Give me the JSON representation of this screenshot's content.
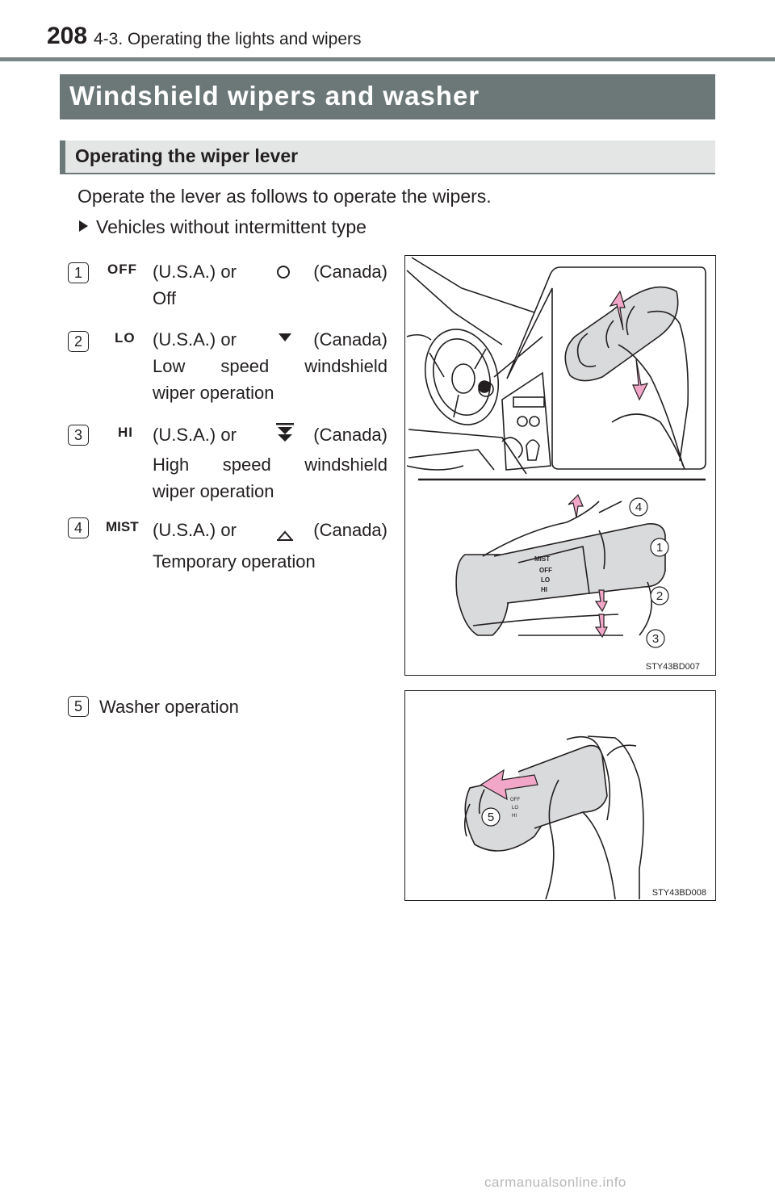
{
  "header": {
    "page_number": "208",
    "section": "4-3. Operating the lights and wipers"
  },
  "title": "Windshield wipers and washer",
  "subtitle": "Operating the wiper lever",
  "intro": "Operate the lever as follows to operate the wipers.",
  "vehicle_type": "Vehicles without intermittent type",
  "items": [
    {
      "num": "1",
      "label": "OFF",
      "usa": "(U.S.A.) or",
      "canada": "(Canada)",
      "desc": [
        "Off"
      ]
    },
    {
      "num": "2",
      "label": "LO",
      "usa": "(U.S.A.) or",
      "canada": "(Canada)",
      "desc": [
        "Low speed windshield",
        "wiper operation"
      ]
    },
    {
      "num": "3",
      "label": "HI",
      "usa": "(U.S.A.) or",
      "canada": "(Canada)",
      "desc": [
        "High speed windshield",
        "wiper operation"
      ]
    },
    {
      "num": "4",
      "label": "MIST",
      "usa": "(U.S.A.) or",
      "canada": "(Canada)",
      "desc": [
        "Temporary operation"
      ]
    },
    {
      "num": "5",
      "desc": [
        "Washer operation"
      ]
    }
  ],
  "figures": {
    "fig1": {
      "code": "STY43BD007",
      "callouts": [
        "4",
        "1",
        "2",
        "3"
      ],
      "lever_marks": [
        "MIST",
        "OFF",
        "LO",
        "HI"
      ]
    },
    "fig2": {
      "code": "STY43BD008",
      "callouts": [
        "5"
      ]
    }
  },
  "colors": {
    "title_bar": "#6c7878",
    "sub_bar": "#e4e6e6",
    "arrow": "#f2a6c8"
  },
  "watermark": "carmanualsonline.info"
}
